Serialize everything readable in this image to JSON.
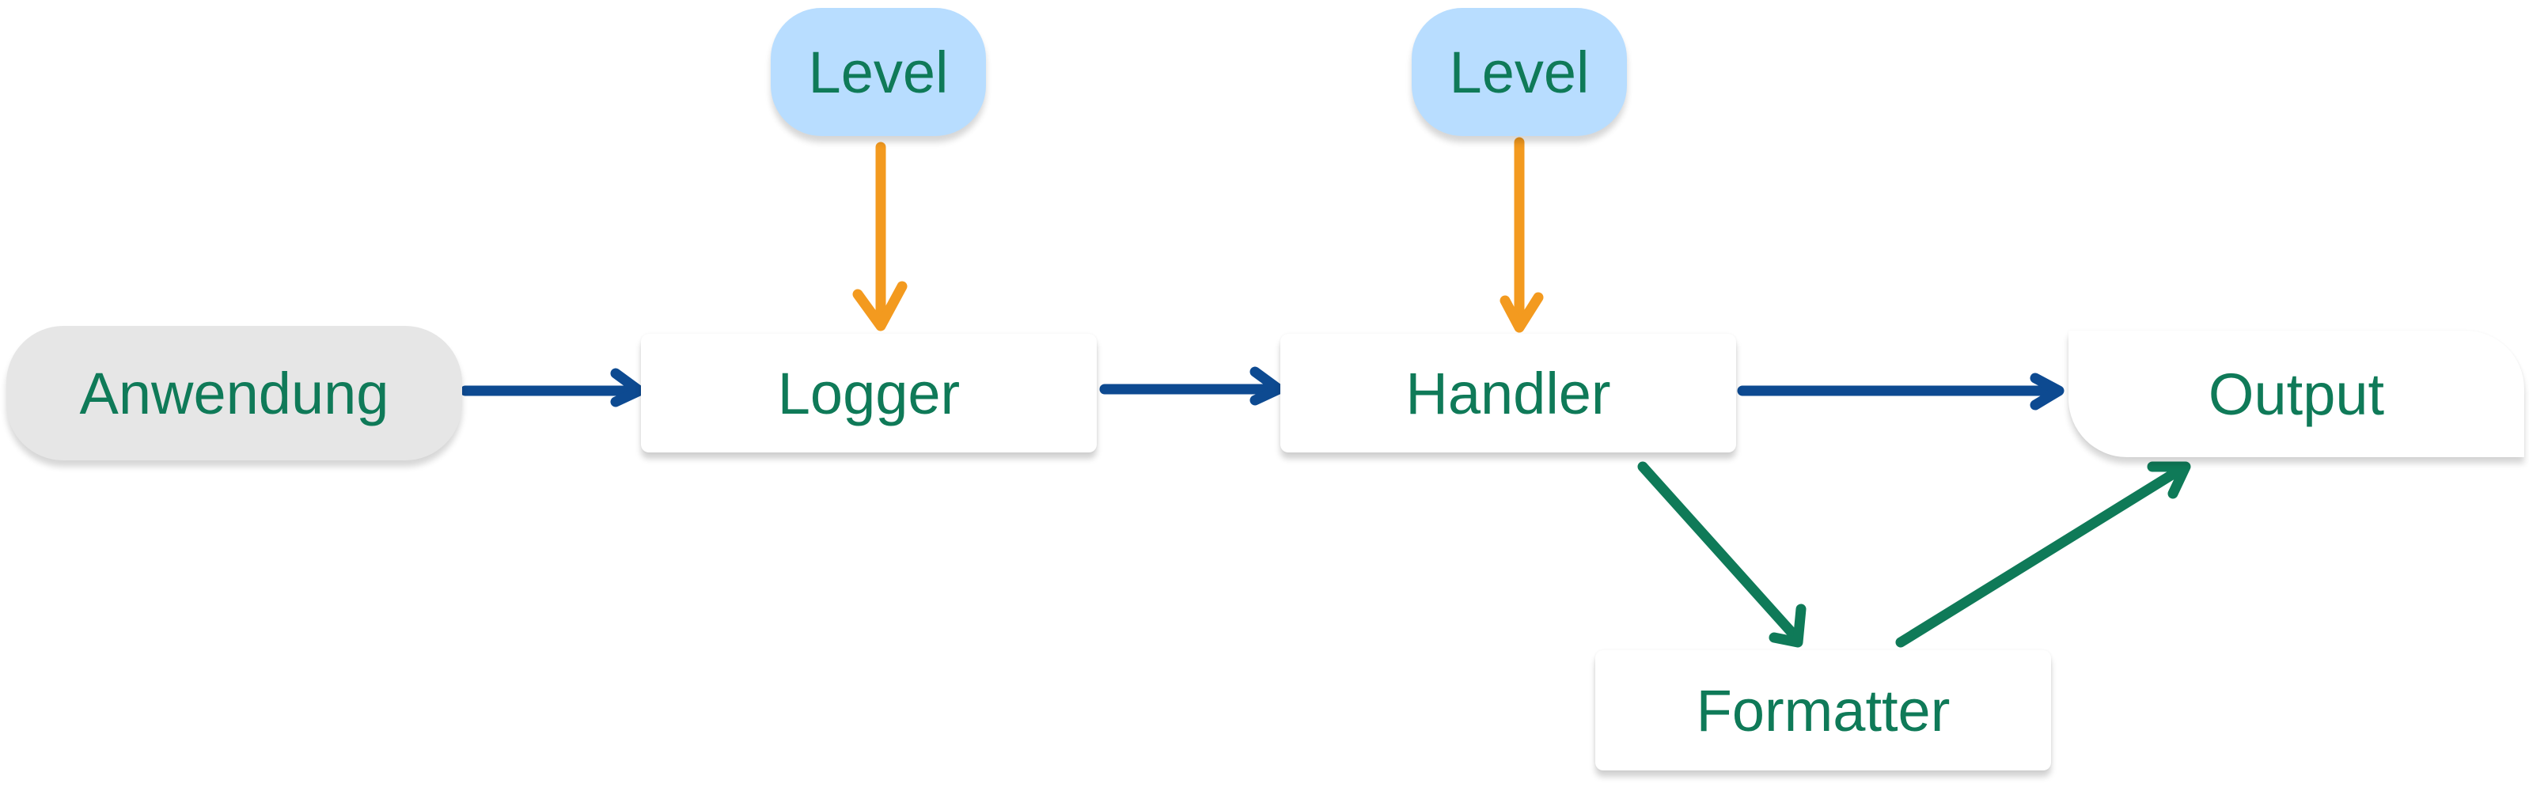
{
  "nodes": {
    "anwendung": "Anwendung",
    "logger": "Logger",
    "handler": "Handler",
    "output": "Output",
    "formatter": "Formatter",
    "level_logger": "Level",
    "level_handler": "Level"
  },
  "colors": {
    "text": "#0f7a58",
    "flow_arrow": "#0d4a91",
    "level_arrow": "#f39a1f",
    "format_arrow": "#0f7a58",
    "level_fill": "#b8ddff",
    "app_fill": "#e6e6e6"
  }
}
